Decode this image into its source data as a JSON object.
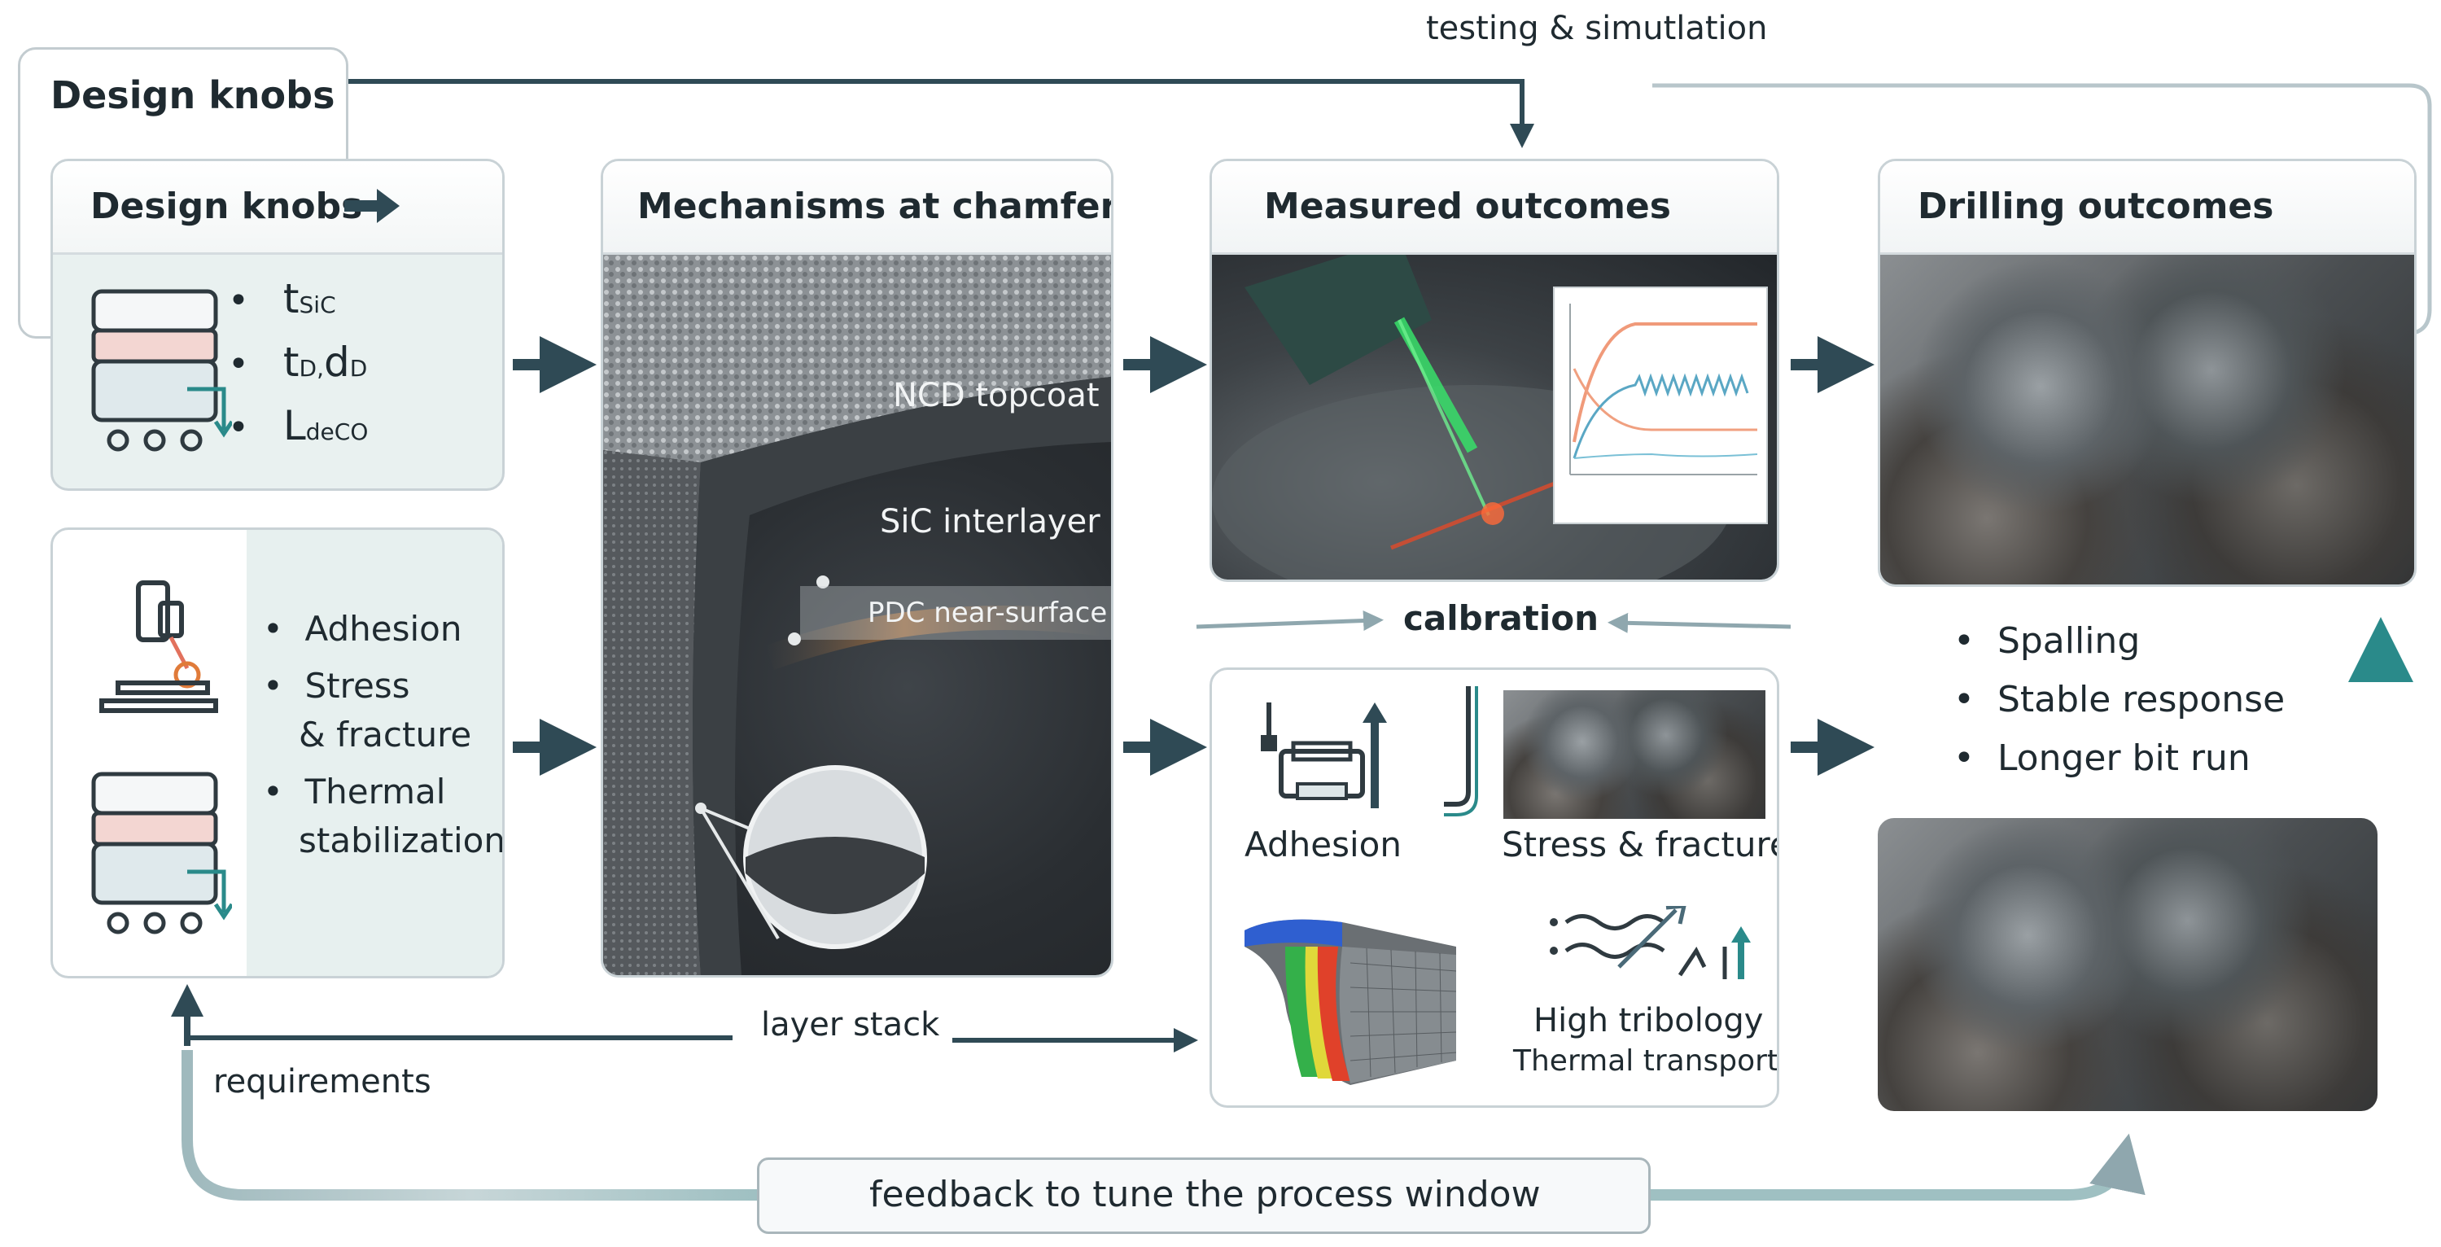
{
  "top": {
    "outer_title": "Design knobs",
    "testing_label": "testing & simutlation"
  },
  "panel_knobs": {
    "title": "Design knobs",
    "arrow_icon": "right-arrow-icon",
    "items": [
      {
        "main": "t",
        "sub": "SiC"
      },
      {
        "main": "t",
        "sub": "D,",
        "main2": "d",
        "sub2": "D"
      },
      {
        "main": "L",
        "sub": "deCO"
      }
    ]
  },
  "panel_process": {
    "items": [
      "Adhesion",
      "Stress",
      "& fracture",
      "Thermal",
      "stabilization"
    ]
  },
  "panel_mech": {
    "title": "Mechanisms at chamfer",
    "labels": [
      "NCD topcoat",
      "SiC interlayer",
      "PDC near-surface"
    ]
  },
  "panel_measured": {
    "title": "Measured outcomes"
  },
  "calibration": "calbration",
  "panel_sub": {
    "adhesion": "Adhesion",
    "stress": "Stress & fracture",
    "tribology": "High tribology",
    "thermal": "Thermal transport"
  },
  "panel_drilling": {
    "title": "Drilling outcomes",
    "items": [
      "Spalling",
      "Stable response",
      "Longer bit run"
    ]
  },
  "bottom": {
    "layer_stack": "layer stack",
    "requirements": "requirements",
    "feedback": "feedback to tune the process window"
  },
  "colors": {
    "arrow_dark": "#2f4a55",
    "arrow_teal": "#2a8a8a",
    "arrow_light": "#a9bcc2",
    "panel_tint": "#e7f0ef"
  }
}
